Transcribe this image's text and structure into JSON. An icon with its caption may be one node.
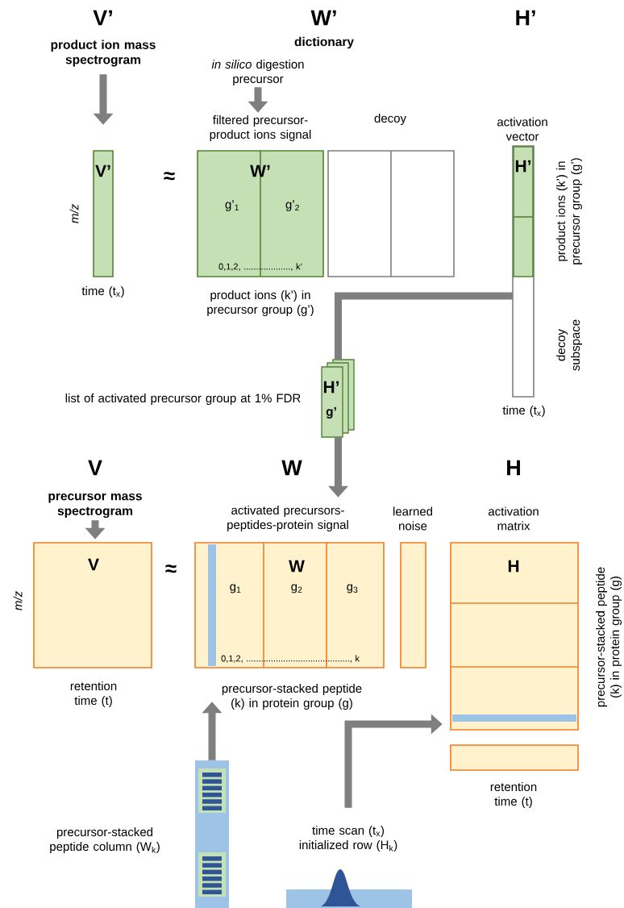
{
  "diagram": {
    "nodes": [
      {
        "text": [
          "V’"
        ],
        "beside": [
          "time (t$_{x}$)"
        ]
      },
      {
        "text": [
          "W’",
          "g’$_{1}$",
          "g’$_{2}$",
          "0,1,2, ..................., k’"
        ],
        "beside": [
          "filtered precursor-product ions signal",
          "product ions (k’) in precursor group (g’)"
        ]
      },
      {
        "text": [
          "decoy"
        ]
      },
      {
        "text": [
          "H’"
        ],
        "beside": [
          "activation vector",
          "product ions (k’) in precursor group (g’)",
          "decoy subspace",
          "time (t$_{x}$)"
        ]
      },
      {
        "text": [
          "H’",
          "g’"
        ],
        "beside": [
          "list of activated precursor group at 1% FDR"
        ]
      },
      {
        "text": [
          "V"
        ],
        "beside": [
          "retention time (t)"
        ]
      },
      {
        "text": [
          "W",
          "g$_{1}$",
          "g$_{2}$",
          "g$_{3}$",
          "0,1,2, .........................................., k"
        ],
        "beside": [
          "activated precursors-peptides-protein signal",
          "precursor-stacked peptide (k) in protein group (g)"
        ]
      },
      {
        "text": [
          "learned noise"
        ]
      },
      {
        "text": [
          "H"
        ],
        "beside": [
          "activation matrix",
          "precursor-stacked peptide (k) in protein group (g)"
        ]
      },
      {
        "text": [],
        "shape": "box",
        "beside": [
          "retention time (t)"
        ]
      },
      {
        "text": [],
        "shape": "picture"
      },
      {
        "text": [
          "time scan (t$_{x}$) initialized row (H$_{k}$)"
        ]
      },
      {
        "text": [
          "product ion mass spectrogram"
        ]
      },
      {
        "text": [
          "*in silico* digestion precursor"
        ]
      },
      {
        "text": [
          "precursor mass spectrogram"
        ]
      }
    ],
    "edges": [
      {
        "from": 12,
        "to": 0,
        "arrow": "to"
      },
      {
        "from": 13,
        "to": 1,
        "arrow": "to"
      },
      {
        "from": 3,
        "to": 4,
        "arrow": "none"
      },
      {
        "from": 4,
        "to": 6,
        "arrow": "to"
      },
      {
        "from": 10,
        "to": 6,
        "arrow": "to"
      },
      {
        "from": 11,
        "to": 8,
        "arrow": "to"
      },
      {
        "from": 14,
        "to": 5,
        "arrow": "to"
      }
    ],
    "labels": [
      "V’",
      "W’",
      "H’",
      "dictionary",
      "m/z",
      "≈",
      "V",
      "W",
      "H",
      "m/z",
      "≈",
      "precursor-stacked peptide column (W$_{k}$)"
    ]
  }
}
